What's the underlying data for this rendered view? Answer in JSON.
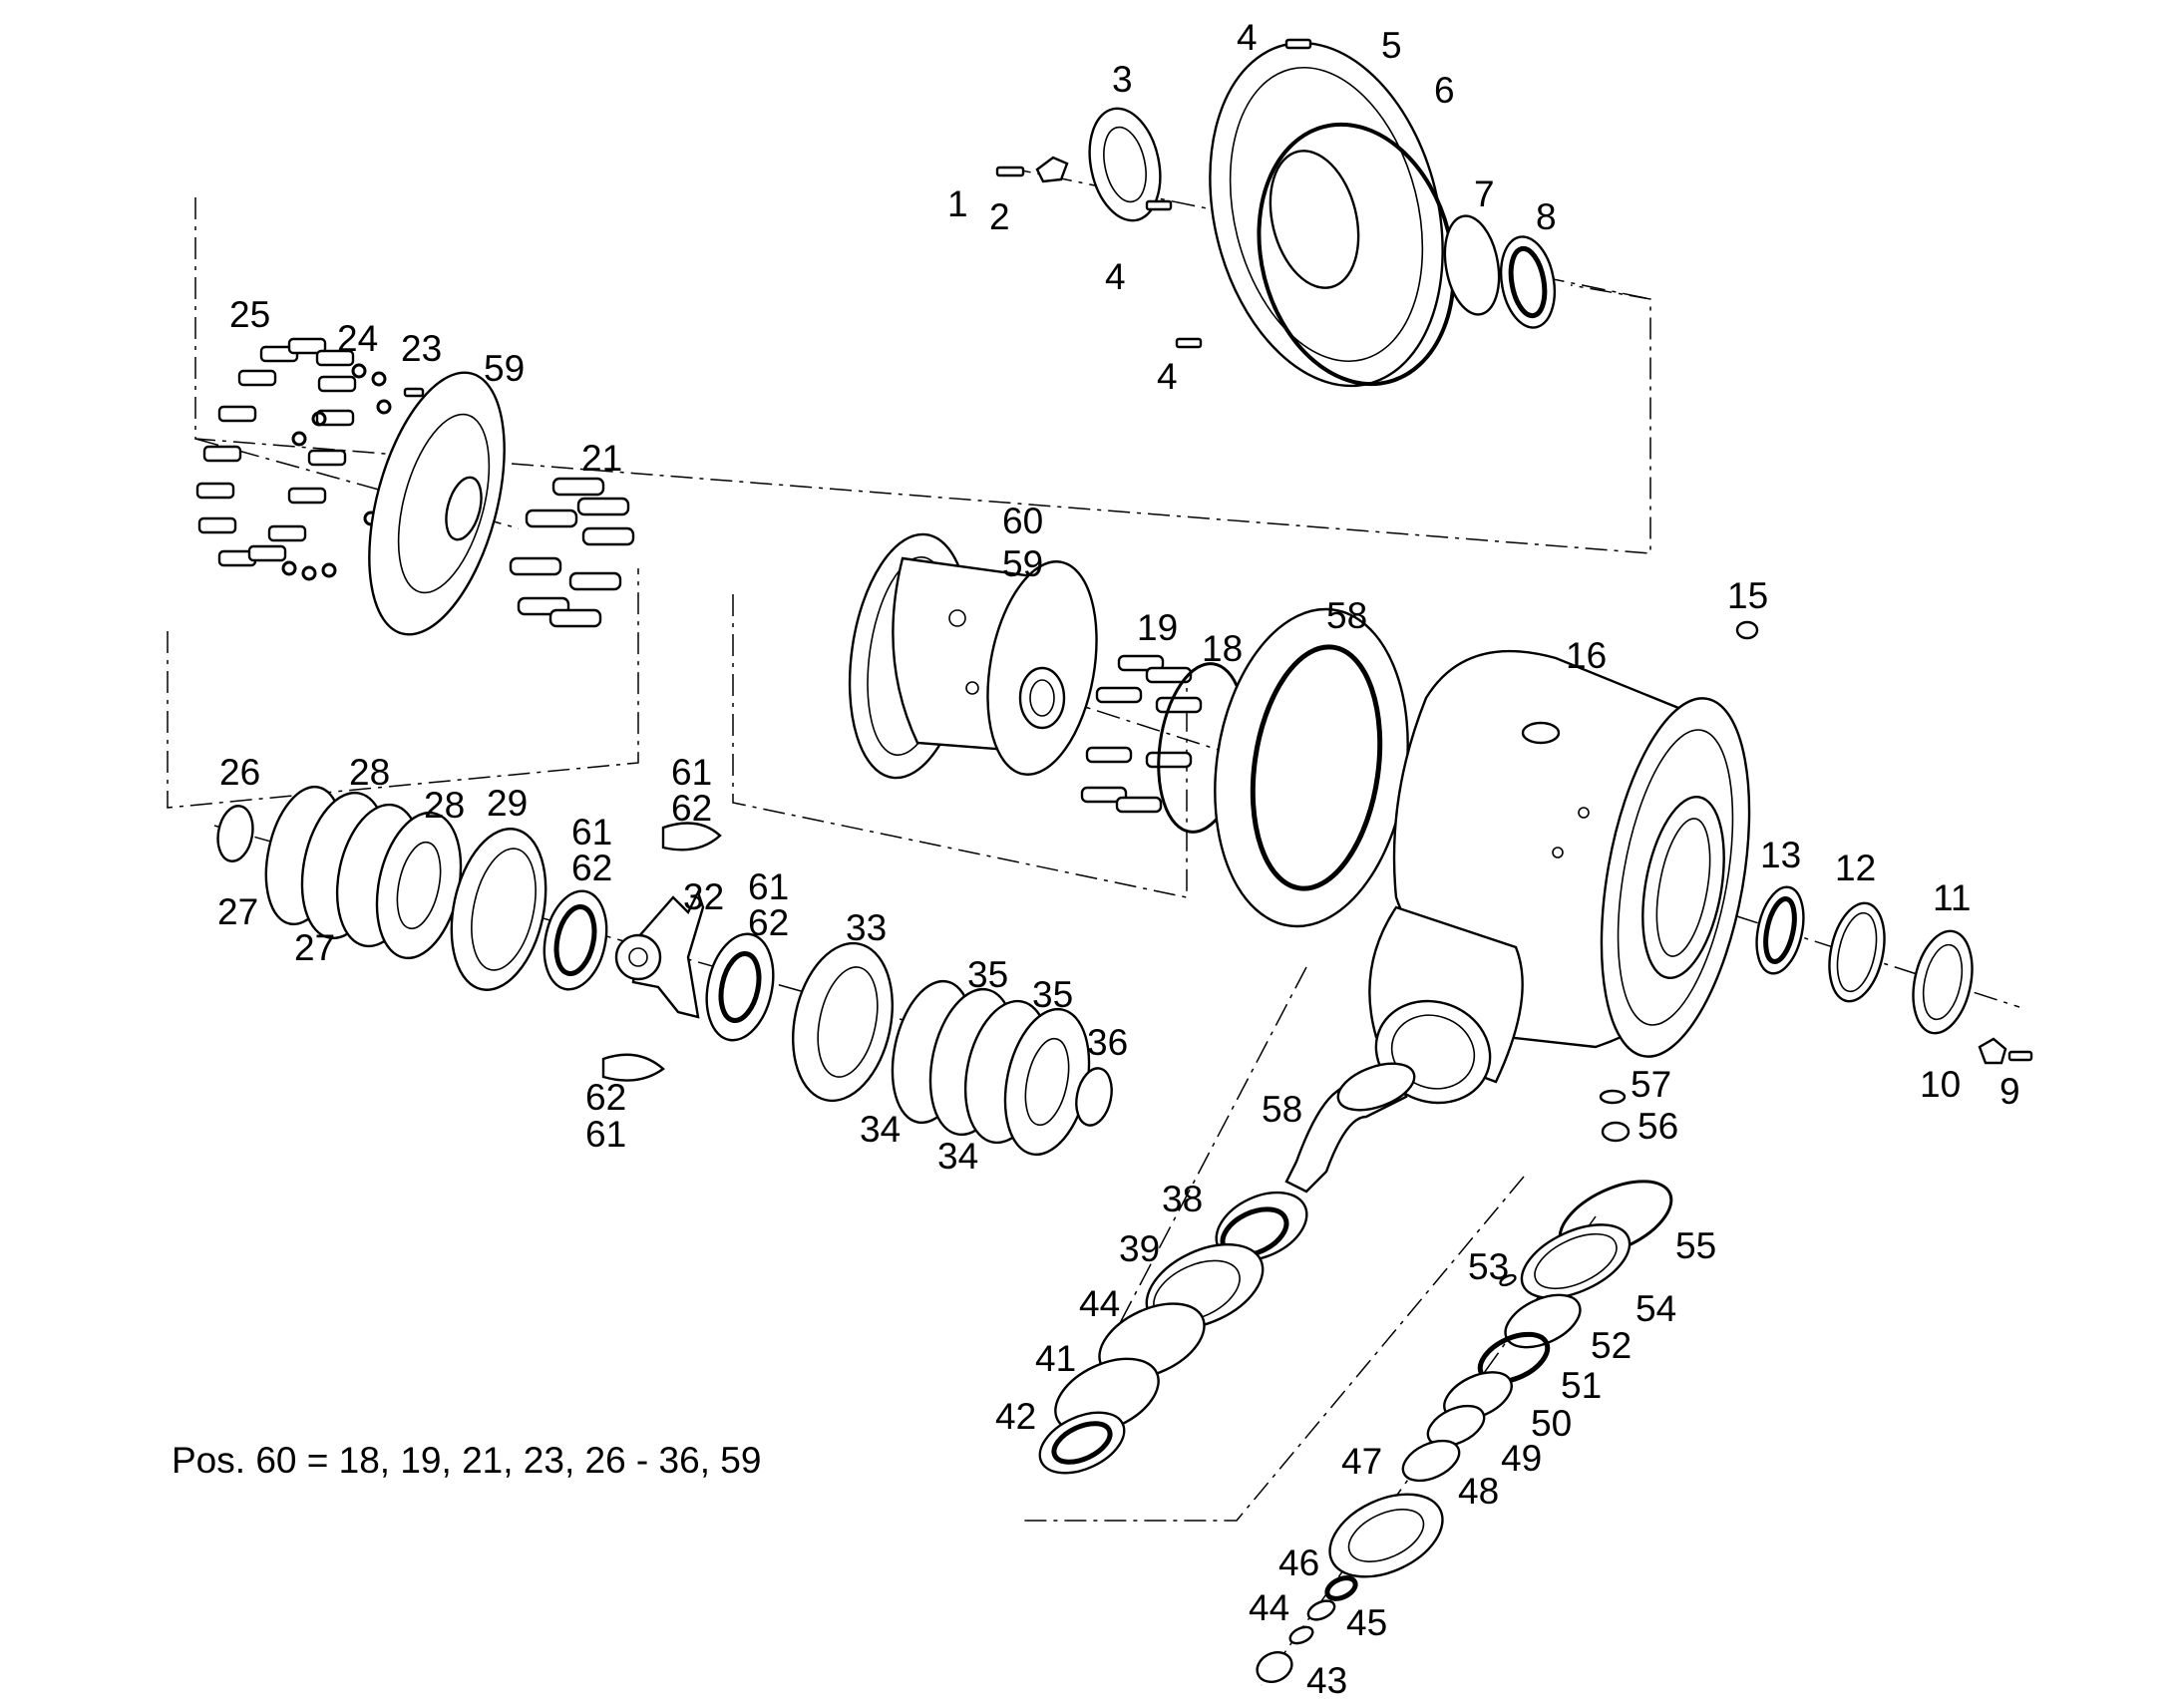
{
  "note": "Pos. 60 = 18, 19, 21, 23, 26 - 36, 59",
  "callouts": [
    {
      "id": "c1",
      "text": "1"
    },
    {
      "id": "c2",
      "text": "2"
    },
    {
      "id": "c3",
      "text": "3"
    },
    {
      "id": "c4a",
      "text": "4"
    },
    {
      "id": "c4b",
      "text": "4"
    },
    {
      "id": "c4c",
      "text": "4"
    },
    {
      "id": "c5",
      "text": "5"
    },
    {
      "id": "c6",
      "text": "6"
    },
    {
      "id": "c7",
      "text": "7"
    },
    {
      "id": "c8",
      "text": "8"
    },
    {
      "id": "c9",
      "text": "9"
    },
    {
      "id": "c10",
      "text": "10"
    },
    {
      "id": "c11",
      "text": "11"
    },
    {
      "id": "c12",
      "text": "12"
    },
    {
      "id": "c13",
      "text": "13"
    },
    {
      "id": "c15",
      "text": "15"
    },
    {
      "id": "c16",
      "text": "16"
    },
    {
      "id": "c18",
      "text": "18"
    },
    {
      "id": "c19",
      "text": "19"
    },
    {
      "id": "c21",
      "text": "21"
    },
    {
      "id": "c23",
      "text": "23"
    },
    {
      "id": "c24",
      "text": "24"
    },
    {
      "id": "c25",
      "text": "25"
    },
    {
      "id": "c26",
      "text": "26"
    },
    {
      "id": "c27a",
      "text": "27"
    },
    {
      "id": "c27b",
      "text": "27"
    },
    {
      "id": "c28a",
      "text": "28"
    },
    {
      "id": "c28b",
      "text": "28"
    },
    {
      "id": "c29",
      "text": "29"
    },
    {
      "id": "c32",
      "text": "32"
    },
    {
      "id": "c33",
      "text": "33"
    },
    {
      "id": "c34a",
      "text": "34"
    },
    {
      "id": "c34b",
      "text": "34"
    },
    {
      "id": "c35a",
      "text": "35"
    },
    {
      "id": "c35b",
      "text": "35"
    },
    {
      "id": "c36",
      "text": "36"
    },
    {
      "id": "c38",
      "text": "38"
    },
    {
      "id": "c39",
      "text": "39"
    },
    {
      "id": "c41",
      "text": "41"
    },
    {
      "id": "c42",
      "text": "42"
    },
    {
      "id": "c43",
      "text": "43"
    },
    {
      "id": "c44a",
      "text": "44"
    },
    {
      "id": "c44b",
      "text": "44"
    },
    {
      "id": "c45",
      "text": "45"
    },
    {
      "id": "c46",
      "text": "46"
    },
    {
      "id": "c47",
      "text": "47"
    },
    {
      "id": "c48",
      "text": "48"
    },
    {
      "id": "c49",
      "text": "49"
    },
    {
      "id": "c50",
      "text": "50"
    },
    {
      "id": "c51",
      "text": "51"
    },
    {
      "id": "c52",
      "text": "52"
    },
    {
      "id": "c53",
      "text": "53"
    },
    {
      "id": "c54",
      "text": "54"
    },
    {
      "id": "c55",
      "text": "55"
    },
    {
      "id": "c56",
      "text": "56"
    },
    {
      "id": "c57",
      "text": "57"
    },
    {
      "id": "c58a",
      "text": "58"
    },
    {
      "id": "c58b",
      "text": "58"
    },
    {
      "id": "c59a",
      "text": "59"
    },
    {
      "id": "c59b",
      "text": "59"
    },
    {
      "id": "c60",
      "text": "60"
    },
    {
      "id": "c61a",
      "text": "61"
    },
    {
      "id": "c61b",
      "text": "61"
    },
    {
      "id": "c61c",
      "text": "61"
    },
    {
      "id": "c61d",
      "text": "61"
    },
    {
      "id": "c62a",
      "text": "62"
    },
    {
      "id": "c62b",
      "text": "62"
    },
    {
      "id": "c62c",
      "text": "62"
    },
    {
      "id": "c62d",
      "text": "62"
    }
  ]
}
